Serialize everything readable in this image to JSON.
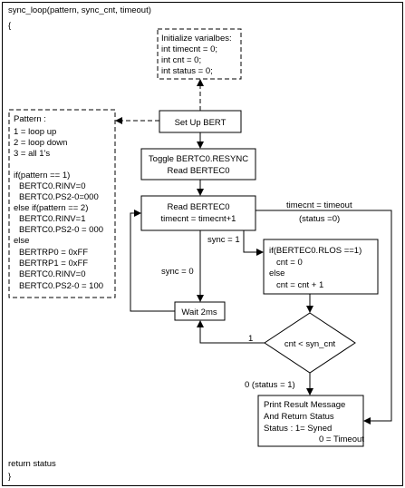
{
  "header": "sync_loop(pattern, sync_cnt, timeout)",
  "open_brace": "{",
  "close_brace": "}",
  "return_line": "return status",
  "init_box": {
    "lines": [
      "Initialize varialbes:",
      "int timecnt = 0;",
      "int cnt = 0;",
      "int status = 0;"
    ]
  },
  "pattern_box": {
    "lines": [
      "Pattern :",
      "1 = loop up",
      "2 = loop down",
      "3 = all 1's",
      "if(pattern == 1)",
      "BERTC0.RINV=0",
      "BERTC0.PS2-0=000",
      "else if(pattern == 2)",
      "BERTC0.RINV=1",
      "BERTC0.PS2-0 = 000",
      "else",
      "BERTRP0 = 0xFF",
      "BERTRP1 = 0xFF",
      "BERTC0.RINV=0",
      "BERTC0.PS2-0 = 100"
    ]
  },
  "setup_box": {
    "label": "Set Up BERT"
  },
  "toggle_box": {
    "lines": [
      "Toggle BERTC0.RESYNC",
      "Read BERTEC0"
    ]
  },
  "read_box": {
    "lines": [
      "Read BERTEC0",
      "timecnt = timecnt+1"
    ]
  },
  "rlos_box": {
    "lines": [
      "if(BERTEC0.RLOS ==1)",
      "cnt = 0",
      "else",
      "cnt = cnt + 1"
    ]
  },
  "wait_box": {
    "label": "Wait 2ms"
  },
  "decision": {
    "label": "cnt < syn_cnt"
  },
  "print_box": {
    "lines": [
      "Print Result Message",
      "And Return Status",
      "Status : 1= Syned",
      "0 = Timeout"
    ]
  },
  "edge_labels": {
    "timeout": "timecnt = timeout",
    "timeout_status": "(status =0)",
    "sync_one": "sync = 1",
    "sync_zero": "sync = 0",
    "loop_one": "1",
    "exit_zero": "0  (status = 1)"
  }
}
